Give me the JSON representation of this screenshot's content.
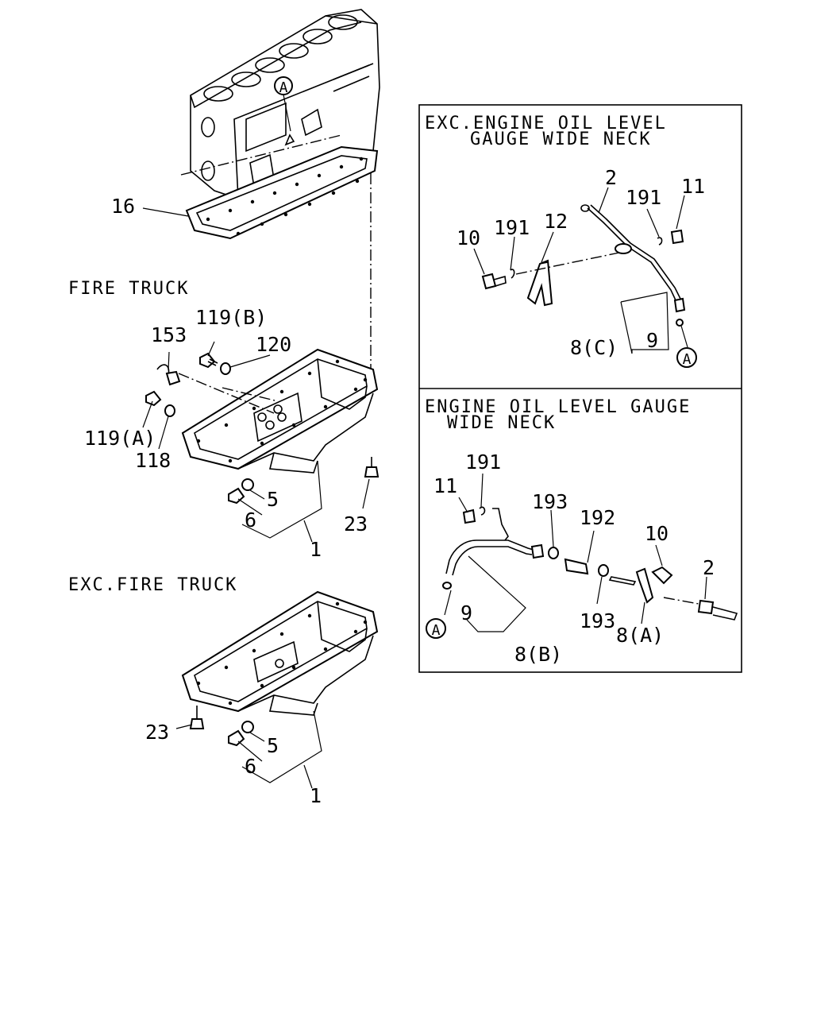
{
  "headings": {
    "fire_truck": "FIRE TRUCK",
    "exc_fire_truck": "EXC.FIRE TRUCK"
  },
  "box_top": {
    "line1": "EXC.ENGINE OIL LEVEL",
    "line2": "GAUGE WIDE NECK"
  },
  "box_bottom": {
    "line1": "ENGINE OIL LEVEL GAUGE",
    "line2": "WIDE NECK"
  },
  "labels": {
    "block_ref": "A",
    "gasket": "16",
    "ft_119b": "119(B)",
    "ft_153": "153",
    "ft_120": "120",
    "ft_119a": "119(A)",
    "ft_118": "118",
    "ft_5": "5",
    "ft_6": "6",
    "ft_1": "1",
    "ft_23": "23",
    "exc_23": "23",
    "exc_5": "5",
    "exc_6": "6",
    "exc_1": "1",
    "t_2": "2",
    "t_191a": "191",
    "t_11": "11",
    "t_10": "10",
    "t_191b": "191",
    "t_12": "12",
    "t_8c": "8(C)",
    "t_9": "9",
    "t_a": "A",
    "b_191": "191",
    "b_11": "11",
    "b_193a": "193",
    "b_192": "192",
    "b_10": "10",
    "b_2": "2",
    "b_193b": "193",
    "b_9": "9",
    "b_a": "A",
    "b_8a": "8(A)",
    "b_8b": "8(B)"
  }
}
